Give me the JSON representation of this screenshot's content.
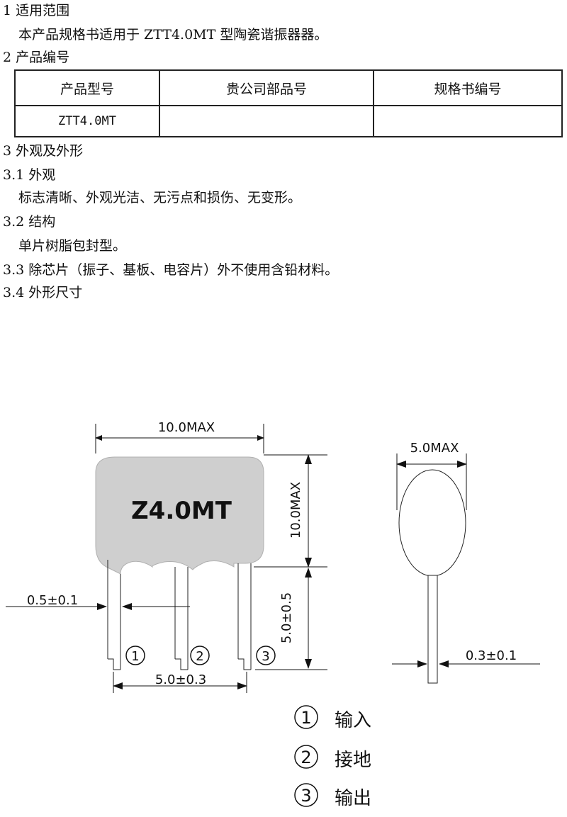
{
  "sections": {
    "s1_title": "1 适用范围",
    "s1_text": "本产品规格书适用于 ZTT4.0MT 型陶瓷谐振器器。",
    "s2_title": "2 产品编号",
    "s3_title": "3 外观及外形",
    "s31_title": "3.1 外观",
    "s31_text": "标志清晰、外观光洁、无污点和损伤、无变形。",
    "s32_title": "3.2 结构",
    "s32_text": "单片树脂包封型。",
    "s33_text": "3.3 除芯片（振子、基板、电容片）外不使用含铅材料。",
    "s34_title": "3.4 外形尺寸"
  },
  "table": {
    "headers": [
      "产品型号",
      "贵公司部品号",
      "规格书编号"
    ],
    "row": [
      "ZTT4.0MT",
      "",
      ""
    ]
  },
  "drawing": {
    "marking": "Z4.0MT",
    "dim_width": "10.0MAX",
    "dim_height": "10.0MAX",
    "dim_thickness": "5.0MAX",
    "dim_lead_length": "5.0±0.5",
    "dim_lead_width": "0.5±0.1",
    "dim_pitch": "5.0±0.3",
    "dim_lead_thick": "0.3±0.1",
    "pin1": "1",
    "pin2": "2",
    "pin3": "3"
  },
  "legend": [
    {
      "num": "1",
      "label": "输入"
    },
    {
      "num": "2",
      "label": "接地"
    },
    {
      "num": "3",
      "label": "输出"
    }
  ]
}
